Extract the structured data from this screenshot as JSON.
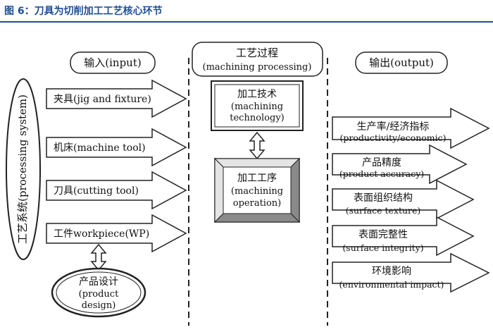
{
  "figure_title": "图 6：刀具为切削加工工艺核心环节",
  "left": {
    "header": "输入(input)",
    "system_label": "工艺系统(processing system)",
    "items": [
      "夹具(jig and fixture)",
      "机床(machine tool)",
      "刀具(cutting tool)",
      "工件workpiece(WP)"
    ],
    "product_design": {
      "cn": "产品设计",
      "en1": "(product",
      "en2": "design)"
    }
  },
  "middle": {
    "header_cn": "工艺过程",
    "header_en": "(machining processing)",
    "box1": {
      "cn": "加工技术",
      "en1": "(machining",
      "en2": "technology)"
    },
    "box2": {
      "cn": "加工工序",
      "en1": "(machining",
      "en2": "operation)"
    }
  },
  "right": {
    "header": "输出(output)",
    "items": [
      {
        "cn": "生产率/经济指标",
        "en": "(productivity/economic)"
      },
      {
        "cn": "产品精度",
        "en": "(product accuracy)"
      },
      {
        "cn": "表面组织结构",
        "en": "(surface texture)"
      },
      {
        "cn": "表面完整性",
        "en": "(surface integrity)"
      },
      {
        "cn": "环境影响",
        "en": "(environmental impact)"
      }
    ]
  },
  "colors": {
    "title": "#1f4e96",
    "stroke": "#222222",
    "bevel_light": "#e4e4e4",
    "bevel_dark": "#8a8a8a"
  }
}
